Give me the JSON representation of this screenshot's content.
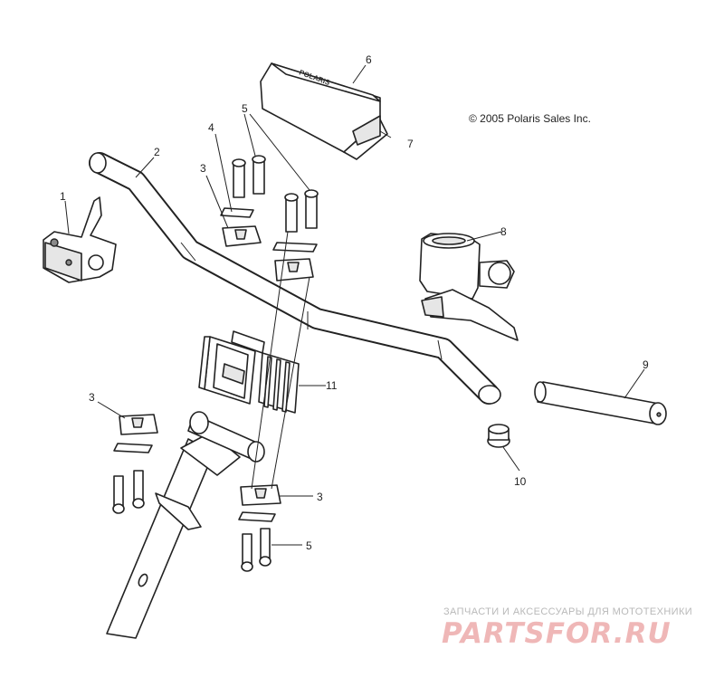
{
  "copyright": "© 2005 Polaris Sales Inc.",
  "pad_logo_text": "POLARIS",
  "watermark": {
    "subtitle": "ЗАПЧАСТИ И АКСЕССУАРЫ ДЛЯ МОТОТЕХНИКИ",
    "brand": "PARTSFOR.RU"
  },
  "callouts": {
    "c1": "1",
    "c2": "2",
    "c3a": "3",
    "c3b": "3",
    "c3c": "3",
    "c4": "4",
    "c5a": "5",
    "c5b": "5",
    "c6": "6",
    "c7": "7",
    "c8": "8",
    "c9": "9",
    "c10": "10",
    "c11": "11"
  }
}
